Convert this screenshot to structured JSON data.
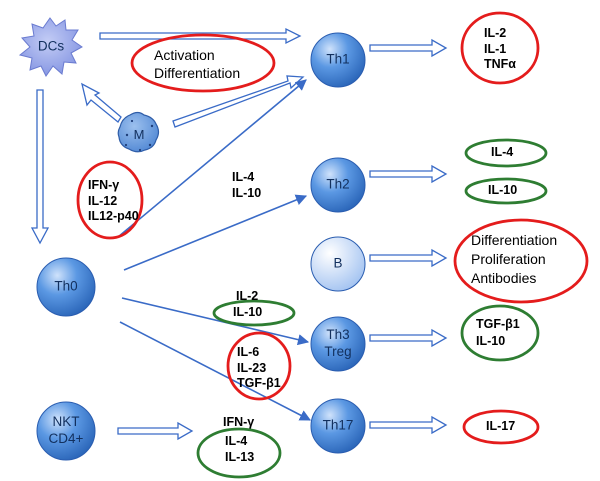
{
  "nodes": {
    "dcs": "DCs",
    "macrophage": "M",
    "th0": "Th0",
    "th1": "Th1",
    "th2": "Th2",
    "b": "B",
    "th3_treg": "Th3\nTreg",
    "th17": "Th17",
    "nkt": "NKT\nCD4+"
  },
  "labels": {
    "activation": "Activation\nDifferentiation",
    "dc_cytokines": "IFN-γ\nIL-12\nIL12-p40",
    "th2_inputs": "IL-4\nIL-10",
    "treg_input_il2": "IL-2",
    "treg_input_il10": "IL-10",
    "th17_inputs": "IL-6\nIL-23\nTGF-β1",
    "nkt_ifn": "IFN-γ",
    "nkt_il4_il13": "IL-4\nIL-13"
  },
  "outputs": {
    "th1": "IL-2\nIL-1\nTNFα",
    "th2_a": "IL-4",
    "th2_b": "IL-10",
    "b": "Differentiation\nProliferation\nAntibodies",
    "treg": "TGF-β1\nIL-10",
    "th17": "IL-17"
  },
  "colors": {
    "node_fill": "#4f8fde",
    "node_dark": "#2a65b8",
    "b_fill": "#a9c8ef",
    "dc_fill": "#8d9ee6",
    "arrow": "#3a6bc7",
    "red": "#e41c1c",
    "green": "#2e7d32"
  }
}
